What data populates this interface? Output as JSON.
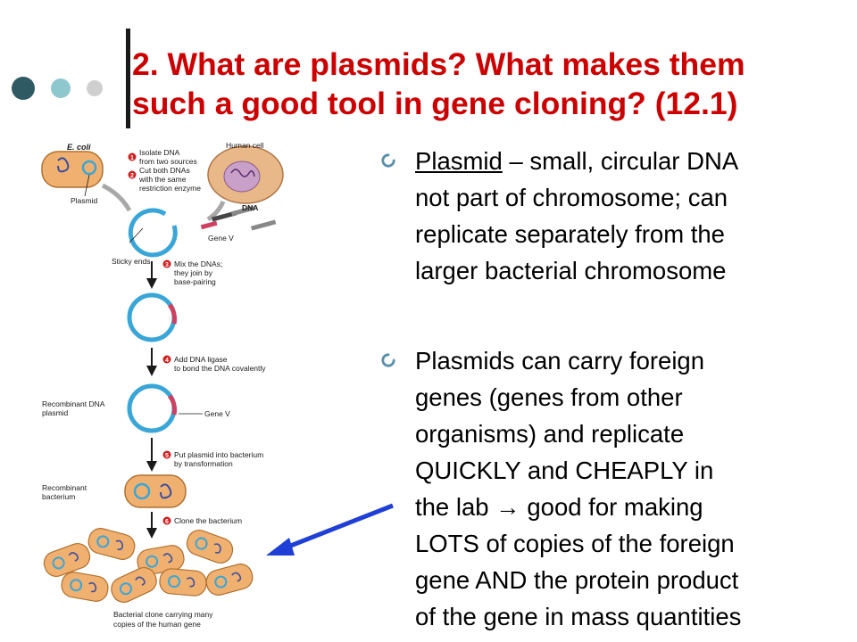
{
  "slide": {
    "title_lines": [
      "2.  What are plasmids?  What makes them",
      "such a good tool in gene cloning? (12.1)"
    ],
    "bullets": [
      {
        "term": "Plasmid",
        "lines": [
          " – small, circular DNA",
          "not part of chromosome; can",
          "replicate separately from the",
          "larger bacterial chromosome"
        ]
      },
      {
        "lines": [
          "Plasmids can carry foreign",
          "genes (genes from other",
          "organisms) and replicate",
          "QUICKLY and CHEAPLY in",
          "the lab ",
          " good for making",
          "LOTS of copies of the foreign",
          "gene AND the protein product",
          "of the gene in mass quantities"
        ],
        "arrow_symbol": "→"
      }
    ]
  },
  "diagram": {
    "ecoli_label": "E. coli",
    "plasmid_label": "Plasmid",
    "human_cell_label": "Human cell",
    "dna_label": "DNA",
    "gene_v_label": "Gene V",
    "sticky_ends_label": "Sticky ends",
    "recombinant_dna_plasmid": [
      "Recombinant DNA",
      "plasmid"
    ],
    "recombinant_bacterium": [
      "Recombinant",
      "bacterium"
    ],
    "clone_caption": [
      "Bacterial clone carrying many",
      "copies of the human gene"
    ],
    "steps": [
      {
        "num": "1",
        "lines": [
          "Isolate DNA",
          "from two sources"
        ]
      },
      {
        "num": "2",
        "lines": [
          "Cut both DNAs",
          "with the same",
          "restriction enzyme"
        ]
      },
      {
        "num": "3",
        "lines": [
          "Mix the DNAs;",
          "they join by",
          "base-pairing"
        ]
      },
      {
        "num": "4",
        "lines": [
          "Add DNA ligase",
          "to bond the DNA covalently"
        ]
      },
      {
        "num": "5",
        "lines": [
          "Put plasmid into bacterium",
          "by transformation"
        ]
      },
      {
        "num": "6",
        "lines": [
          "Clone the bacterium"
        ]
      }
    ]
  },
  "colors": {
    "title": "#cc0000",
    "bullet_icon": "#5a8fa8",
    "dot_dark": "#2f5a64",
    "dot_teal": "#8fc7cf",
    "dot_gray": "#cfcfcf",
    "pointer_arrow": "#1f3fd6",
    "plasmid_ring": "#3aa6d8",
    "bacterium_fill": "#f0b070",
    "human_cell_fill": "#e8b888",
    "step_badge": "#d02020"
  }
}
